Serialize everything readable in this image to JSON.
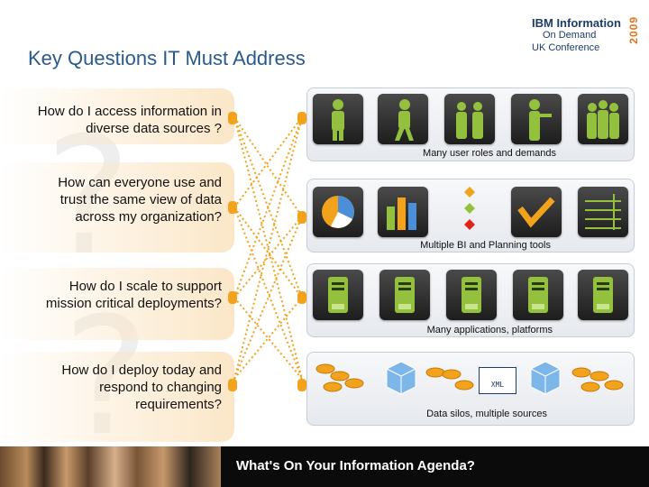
{
  "slide": {
    "title": "Key Questions IT Must Address"
  },
  "logo": {
    "line1": "IBM Information",
    "line2": "On Demand",
    "line3": "UK Conference",
    "year": "2009"
  },
  "questions": [
    {
      "text": "How do I access information in diverse data sources ?"
    },
    {
      "text": "How can everyone use and trust the same view of data across my organization?"
    },
    {
      "text": "How do I scale to support mission critical deployments?"
    },
    {
      "text": "How do I deploy today and respond to changing requirements?"
    }
  ],
  "panels": [
    {
      "caption": "Many user roles and demands",
      "icons": [
        "person-icon",
        "person-walking-icon",
        "people-pair-icon",
        "person-presenting-icon",
        "people-group-icon"
      ]
    },
    {
      "caption": "Multiple BI and Planning tools",
      "icons": [
        "pie-chart-icon",
        "bar-chart-icon",
        "diamond-flow-icon",
        "check-trend-icon",
        "line-chart-icon"
      ]
    },
    {
      "caption": "Many applications, platforms",
      "icons": [
        "server-icon",
        "server-icon",
        "server-icon",
        "server-icon",
        "server-icon"
      ]
    },
    {
      "caption": "Data silos, multiple sources",
      "icons": [
        "database-icon",
        "data-cube-icon",
        "database-icon",
        "xml-file-icon",
        "data-cube-icon",
        "database-icon"
      ]
    }
  ],
  "xml_label": "XML",
  "footer": {
    "text": "What's On Your Information Agenda?"
  },
  "colors": {
    "accent": "#f2a21b",
    "title": "#2a5a8c",
    "footer": "#0b0b0b"
  }
}
